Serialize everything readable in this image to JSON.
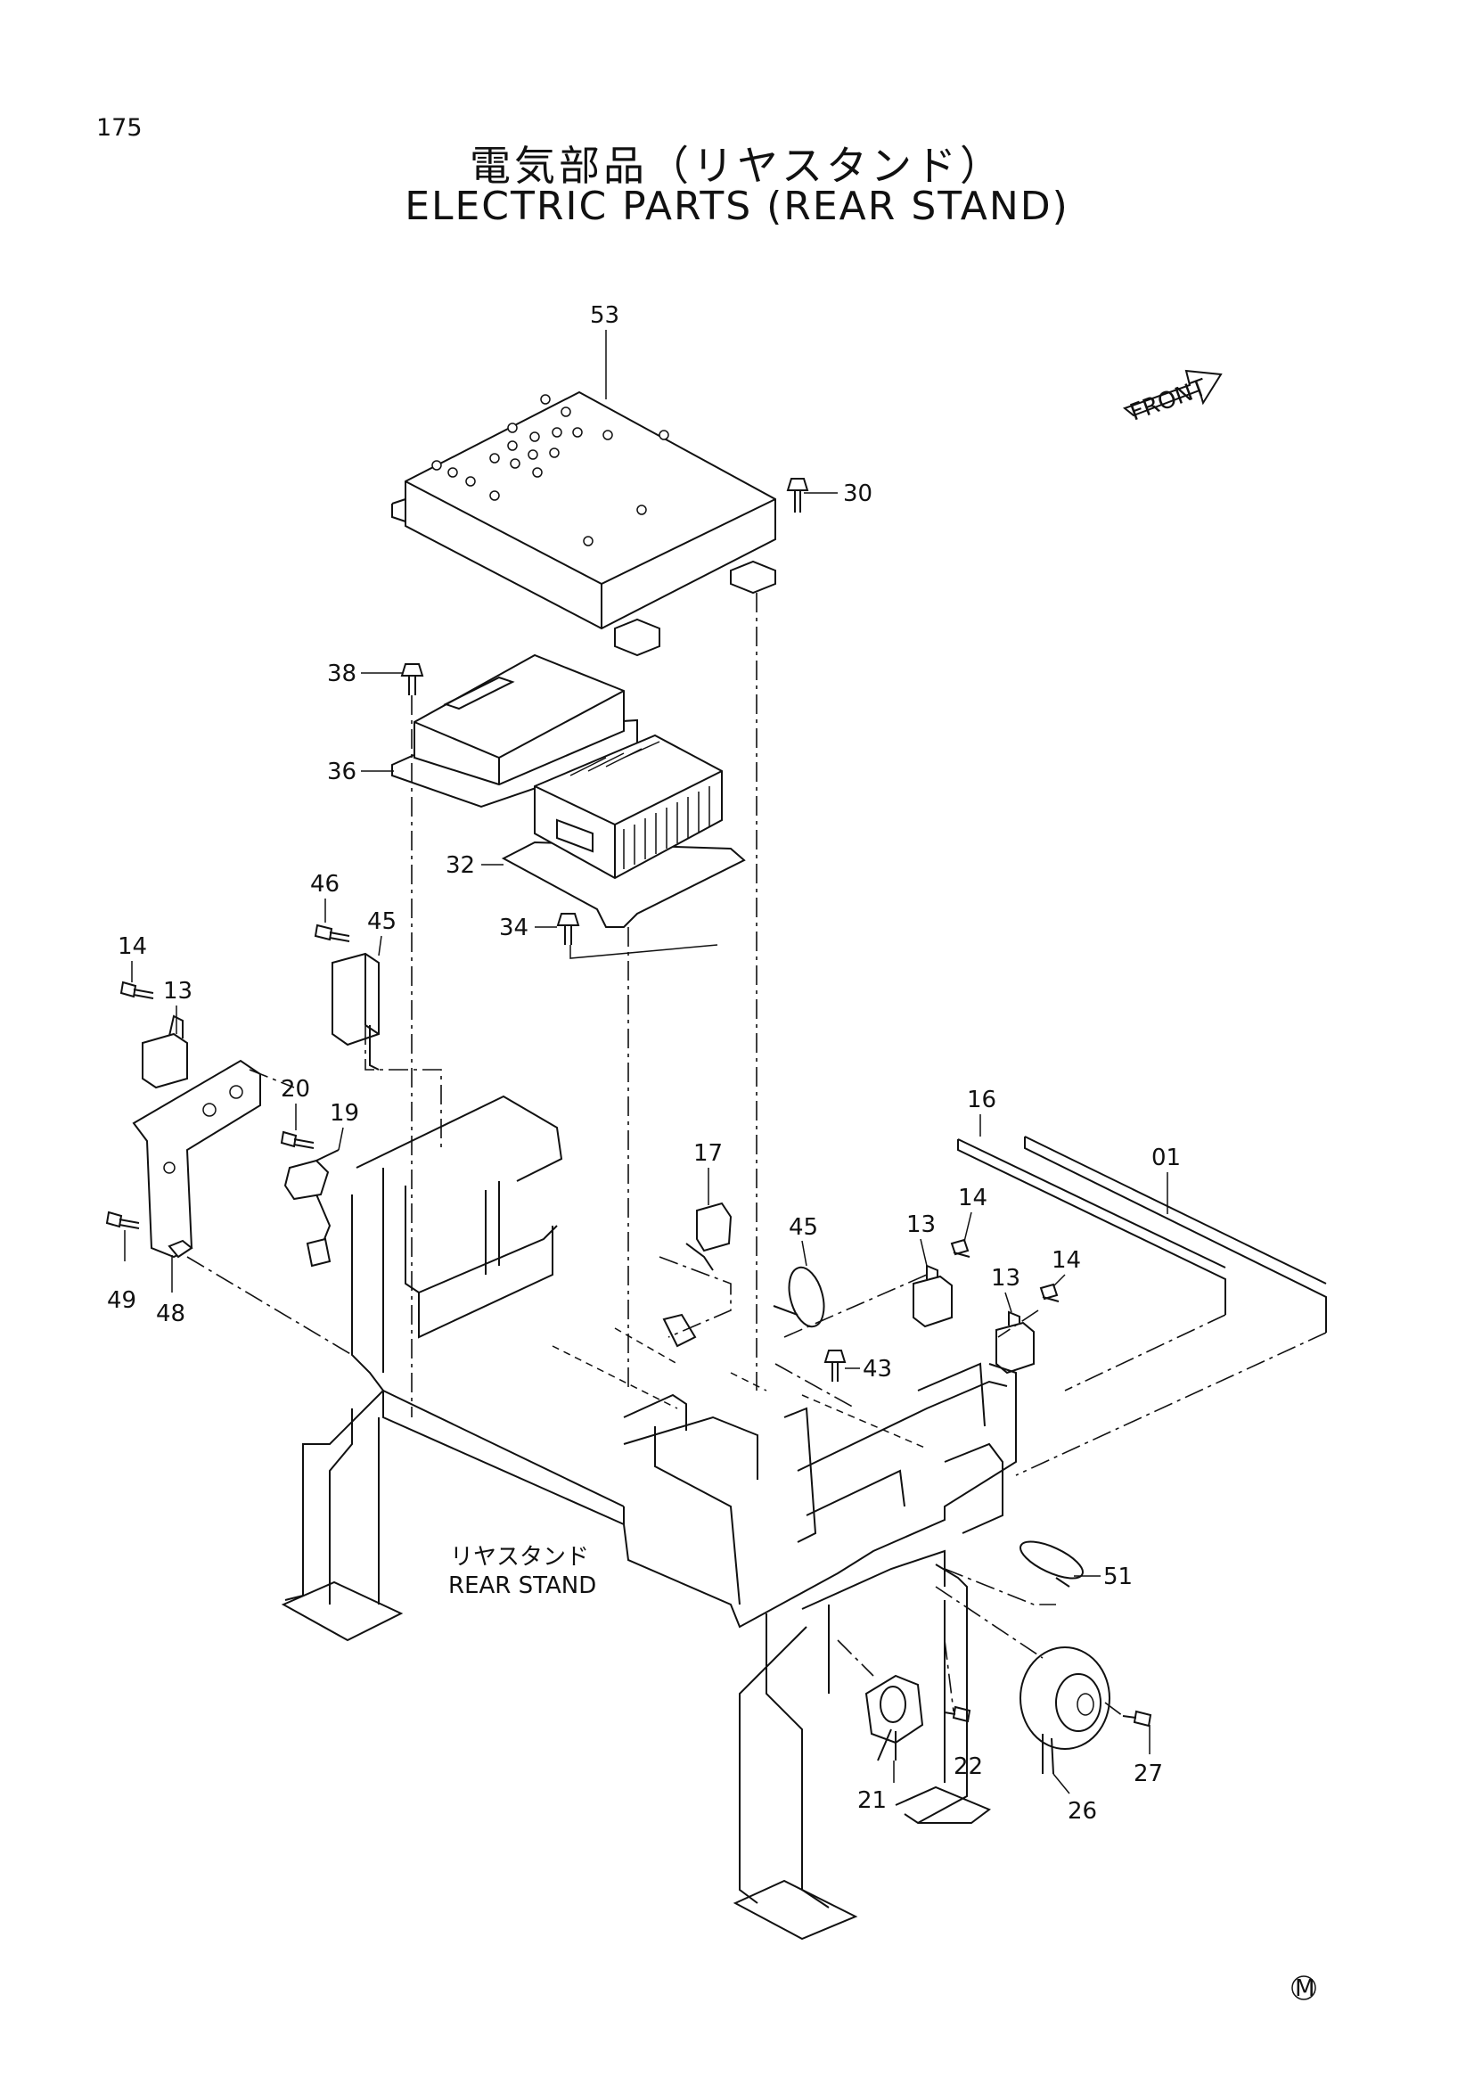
{
  "page": {
    "number": "175",
    "title_jp": "電気部品（リヤスタンド）",
    "title_en": "ELECTRIC PARTS (REAR STAND)",
    "front_marker": "FRONT",
    "assembly_label_jp": "リヤスタンド",
    "assembly_label_en": "REAR STAND",
    "marker": "M"
  },
  "callouts": [
    "53",
    "30",
    "38",
    "36",
    "32",
    "34",
    "46",
    "45",
    "14",
    "13",
    "20",
    "19",
    "49",
    "48",
    "17",
    "45",
    "13",
    "14",
    "13",
    "14",
    "43",
    "16",
    "01",
    "51",
    "22",
    "21",
    "26",
    "27"
  ]
}
